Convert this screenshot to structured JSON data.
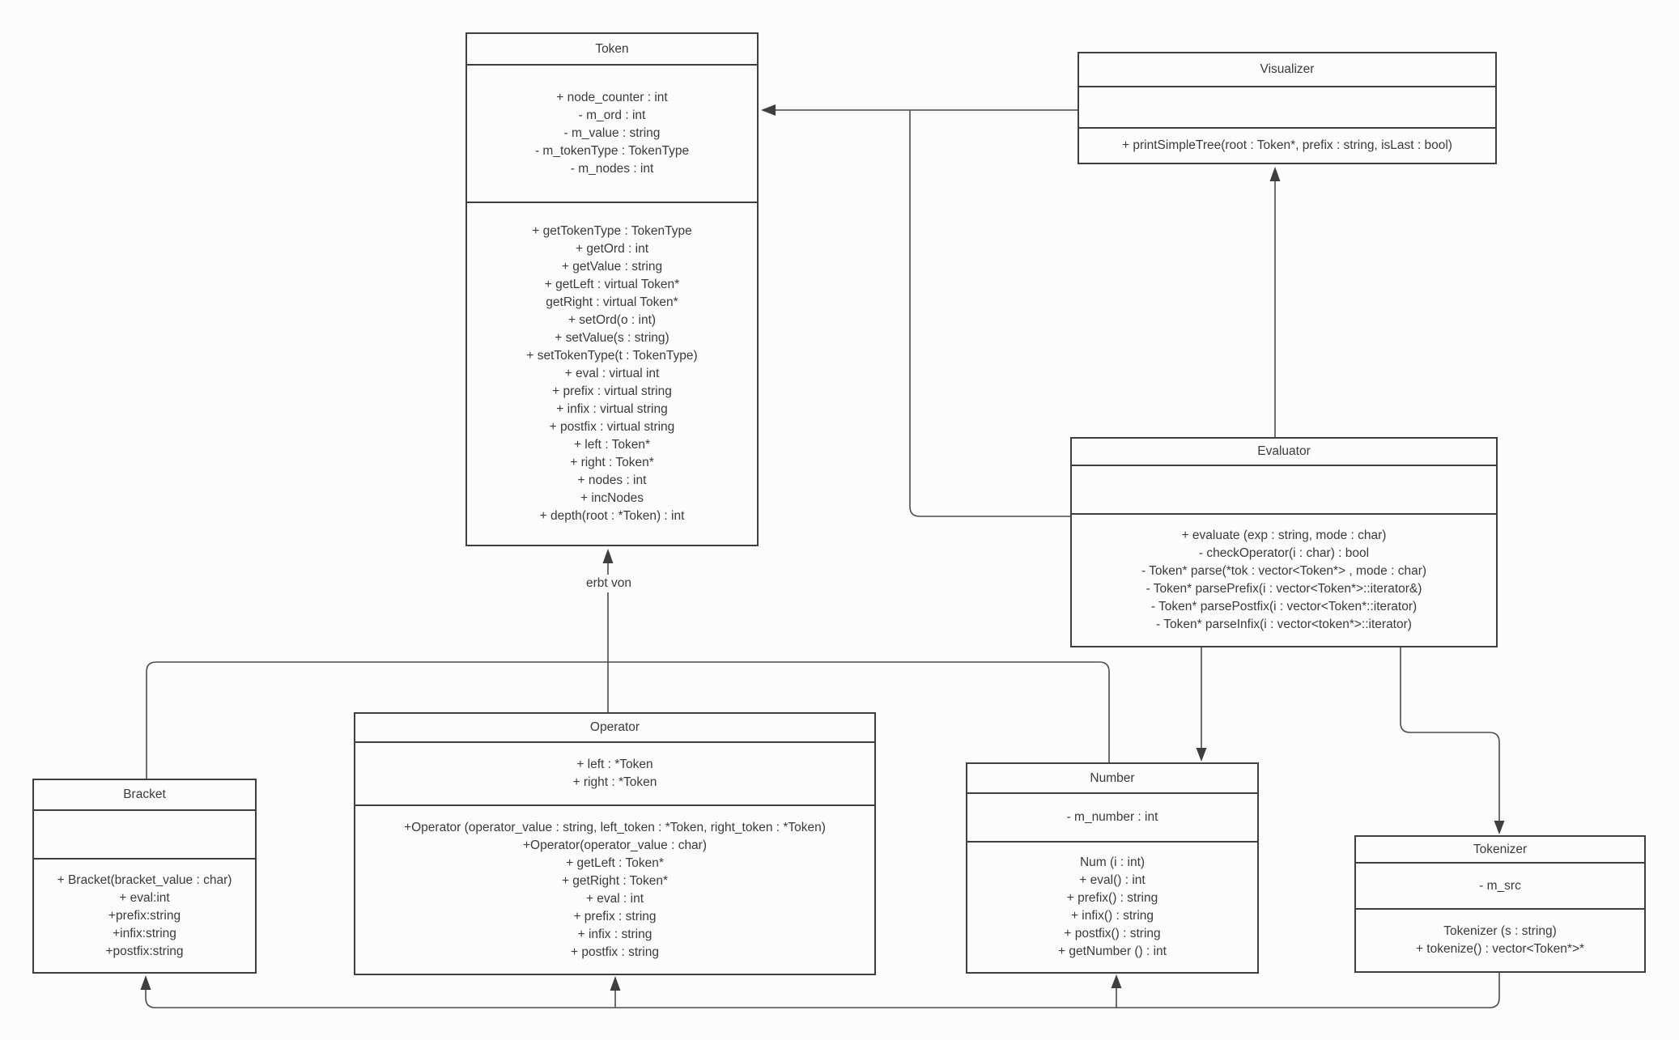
{
  "labels": {
    "inheritance": "erbt von"
  },
  "colors": {
    "stroke": "#4d4d4d",
    "box_border": "#3f3f3f",
    "text": "#3b3b3b",
    "background": "#fcfcfc"
  },
  "classes": {
    "token": {
      "title": "Token",
      "attributes": [
        "+ node_counter : int",
        "- m_ord : int",
        "- m_value : string",
        "- m_tokenType : TokenType",
        "- m_nodes : int"
      ],
      "methods": [
        "+ getTokenType : TokenType",
        "+ getOrd : int",
        "+ getValue : string",
        "+ getLeft : virtual Token*",
        "getRight : virtual Token*",
        "+ setOrd(o : int)",
        "+ setValue(s : string)",
        "+ setTokenType(t : TokenType)",
        "+ eval : virtual int",
        "+ prefix : virtual string",
        "+ infix : virtual string",
        "+ postfix : virtual string",
        "+ left : Token*",
        "+ right : Token*",
        "+ nodes : int",
        "+ incNodes",
        "+ depth(root : *Token) : int"
      ]
    },
    "visualizer": {
      "title": "Visualizer",
      "attributes": [],
      "methods": [
        "+ printSimpleTree(root : Token*, prefix : string, isLast : bool)"
      ]
    },
    "evaluator": {
      "title": "Evaluator",
      "attributes": [],
      "methods": [
        "+ evaluate (exp : string, mode : char)",
        "- checkOperator(i : char) : bool",
        "- Token* parse(*tok : vector<Token*> , mode : char)",
        "- Token* parsePrefix(i : vector<Token*>::iterator&)",
        "- Token* parsePostfix(i : vector<Token*::iterator)",
        "- Token* parseInfix(i : vector<token*>::iterator)"
      ]
    },
    "bracket": {
      "title": "Bracket",
      "attributes": [],
      "methods": [
        "+ Bracket(bracket_value : char)",
        "+ eval:int",
        "+prefix:string",
        "+infix:string",
        "+postfix:string"
      ]
    },
    "operator": {
      "title": "Operator",
      "attributes": [
        "+ left : *Token",
        "+ right : *Token"
      ],
      "methods": [
        "+Operator (operator_value : string, left_token : *Token, right_token : *Token)",
        "+Operator(operator_value : char)",
        "+ getLeft : Token*",
        "+ getRight : Token*",
        "+ eval : int",
        "+ prefix : string",
        "+ infix : string",
        "+ postfix : string"
      ]
    },
    "number": {
      "title": "Number",
      "attributes": [
        "- m_number : int"
      ],
      "methods": [
        "Num (i : int)",
        "+ eval() : int",
        "+ prefix() : string",
        "+ infix() : string",
        "+ postfix() : string",
        "+ getNumber () : int"
      ]
    },
    "tokenizer": {
      "title": "Tokenizer",
      "attributes": [
        "- m_src"
      ],
      "methods": [
        "Tokenizer (s : string)",
        "+ tokenize() : vector<Token*>*"
      ]
    }
  }
}
